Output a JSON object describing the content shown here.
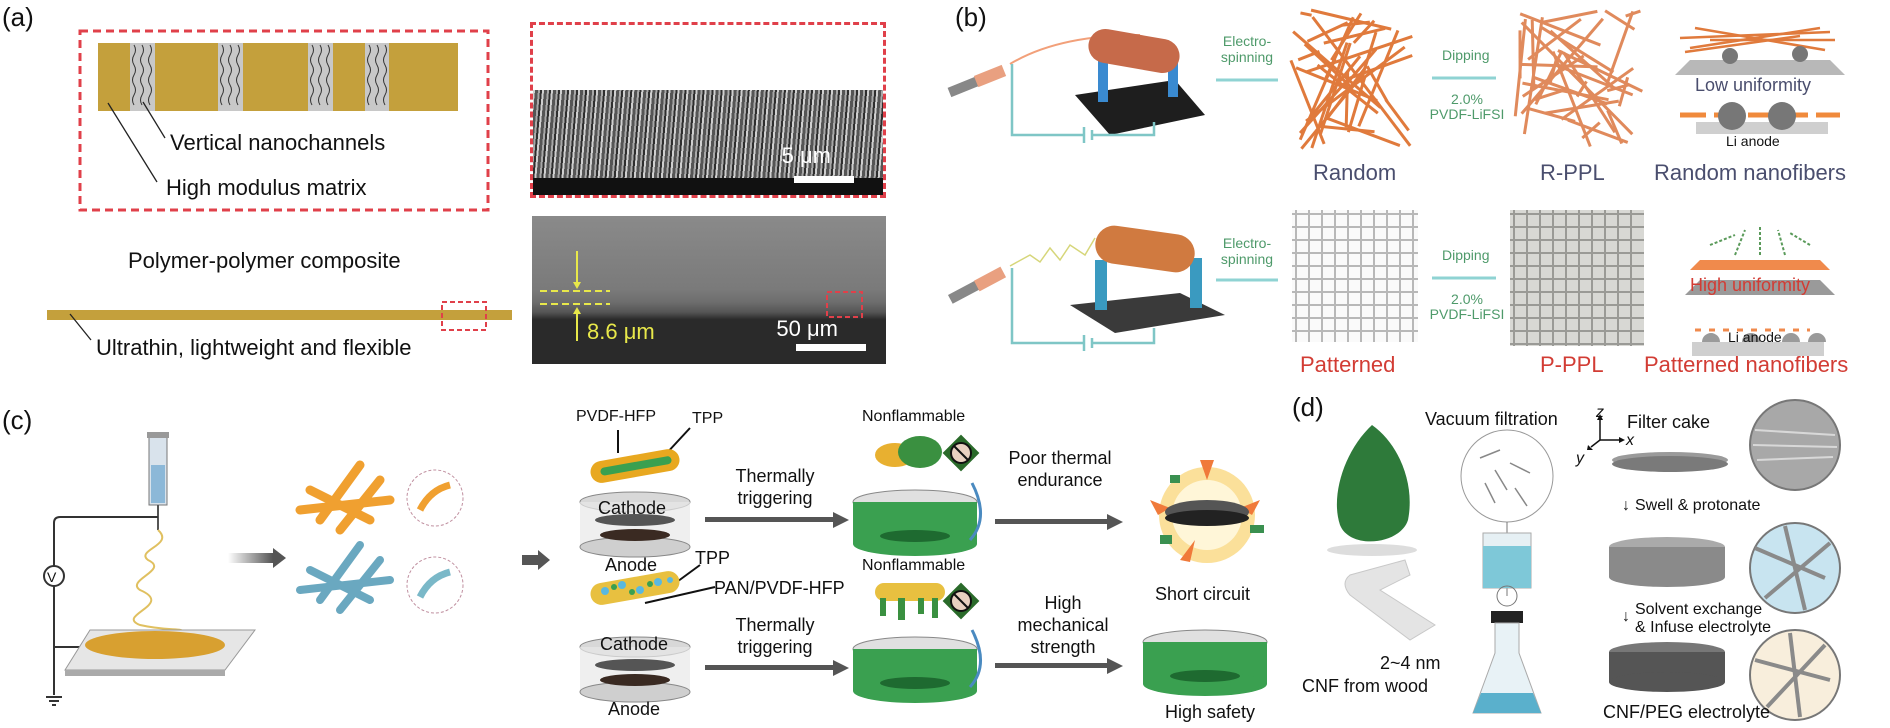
{
  "panels": {
    "a": {
      "label": "(a)",
      "vertical_nanochannels": "Vertical nanochannels",
      "high_modulus_matrix": "High modulus matrix",
      "composite_title": "Polymer-polymer composite",
      "film_caption": "Ultrathin, lightweight and flexible",
      "sem_top_scale": "5 μm",
      "sem_bottom_scale": "50 μm",
      "thickness": "8.6 μm"
    },
    "b": {
      "label": "(b)",
      "rows": [
        {
          "process": "Electro-\nspinning",
          "process_line1": "Electro-",
          "process_line2": "spinning",
          "mat_label": "Random",
          "dip_label": "Dipping",
          "dip_conc": "2.0%",
          "dip_solution": "PVDF-LiFSI",
          "product_label": "R-PPL",
          "uniformity": "Low uniformity",
          "anode": "Li anode",
          "summary": "Random nanofibers"
        },
        {
          "process_line1": "Electro-",
          "process_line2": "spinning",
          "mat_label": "Patterned",
          "dip_label": "Dipping",
          "dip_conc": "2.0%",
          "dip_solution": "PVDF-LiFSI",
          "product_label": "P-PPL",
          "uniformity": "High uniformity",
          "anode": "Li anode",
          "summary": "Patterned nanofibers"
        }
      ]
    },
    "c": {
      "label": "(c)",
      "voltage_symbol": "V",
      "top": {
        "shell": "PVDF-HFP",
        "core": "TPP",
        "cathode": "Cathode",
        "anode": "Anode",
        "trigger_line1": "Thermally",
        "trigger_line2": "triggering",
        "nonflammable": "Nonflammable",
        "outcome_line1": "Poor thermal",
        "outcome_line2": "endurance",
        "result": "Short circuit"
      },
      "bottom": {
        "additive": "TPP",
        "matrix": "PAN/PVDF-HFP",
        "cathode": "Cathode",
        "anode": "Anode",
        "trigger_line1": "Thermally",
        "trigger_line2": "triggering",
        "nonflammable": "Nonflammable",
        "outcome_line1": "High",
        "outcome_line2": "mechanical",
        "outcome_line3": "strength",
        "result": "High safety"
      }
    },
    "d": {
      "label": "(d)",
      "vacuum": "Vacuum filtration",
      "size": "2~4 nm",
      "cnf_source": "CNF from wood",
      "axis_z": "z",
      "axis_x": "x",
      "axis_y": "y",
      "filter_cake": "Filter cake",
      "step1": "Swell & protonate",
      "step2_line1": "Solvent exchange",
      "step2_line2": "& Infuse electrolyte",
      "final": "CNF/PEG electrolyte"
    }
  },
  "colors": {
    "matrix_gold": "#c4a03c",
    "dashed_red": "#e0404a",
    "fiber_orange": "#e07a3c",
    "arrow_teal": "#8fd3d3",
    "label_navy": "#4a4e6e",
    "label_red": "#d23c34",
    "process_green": "#4e9a6a",
    "electrolyte_green": "#3aa050"
  }
}
